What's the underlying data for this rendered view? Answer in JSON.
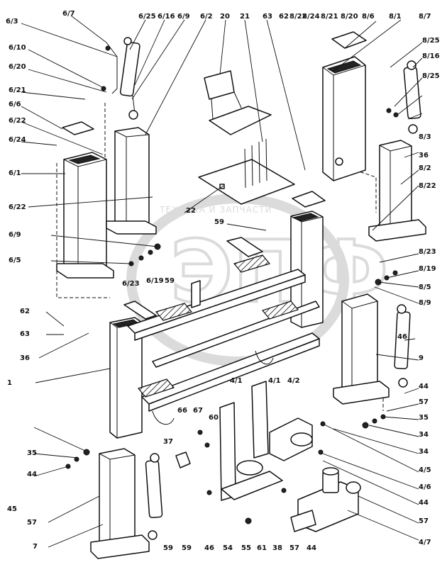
{
  "watermark": {
    "text": "ТЕХНИКА И ЗАПЧАСТИ",
    "logo": "ЭПФ"
  },
  "labels": [
    "6/3",
    "6/7",
    "6/25",
    "6/16",
    "6/9",
    "6/2",
    "20",
    "21",
    "63",
    "62",
    "8/22",
    "8/24",
    "8/21",
    "8/20",
    "8/6",
    "8/1",
    "8/7",
    "6/10",
    "6/20",
    "8/25",
    "8/16",
    "6/21",
    "8/25",
    "6/6",
    "6/22",
    "8/3",
    "6/24",
    "36",
    "6/1",
    "8/2",
    "8/22",
    "6/22",
    "22",
    "59",
    "6/9",
    "6/5",
    "8/23",
    "8/19",
    "8/5",
    "8/9",
    "6/23",
    "6/19",
    "59",
    "62",
    "63",
    "46",
    "9",
    "36",
    "1",
    "4/1",
    "4/1",
    "4/2",
    "44",
    "57",
    "35",
    "34",
    "34",
    "66",
    "67",
    "60",
    "37",
    "59",
    "35",
    "44",
    "4/5",
    "4/6",
    "44",
    "57",
    "57",
    "7",
    "59",
    "46",
    "54",
    "55",
    "61",
    "38",
    "57",
    "44",
    "4/7",
    "45"
  ]
}
